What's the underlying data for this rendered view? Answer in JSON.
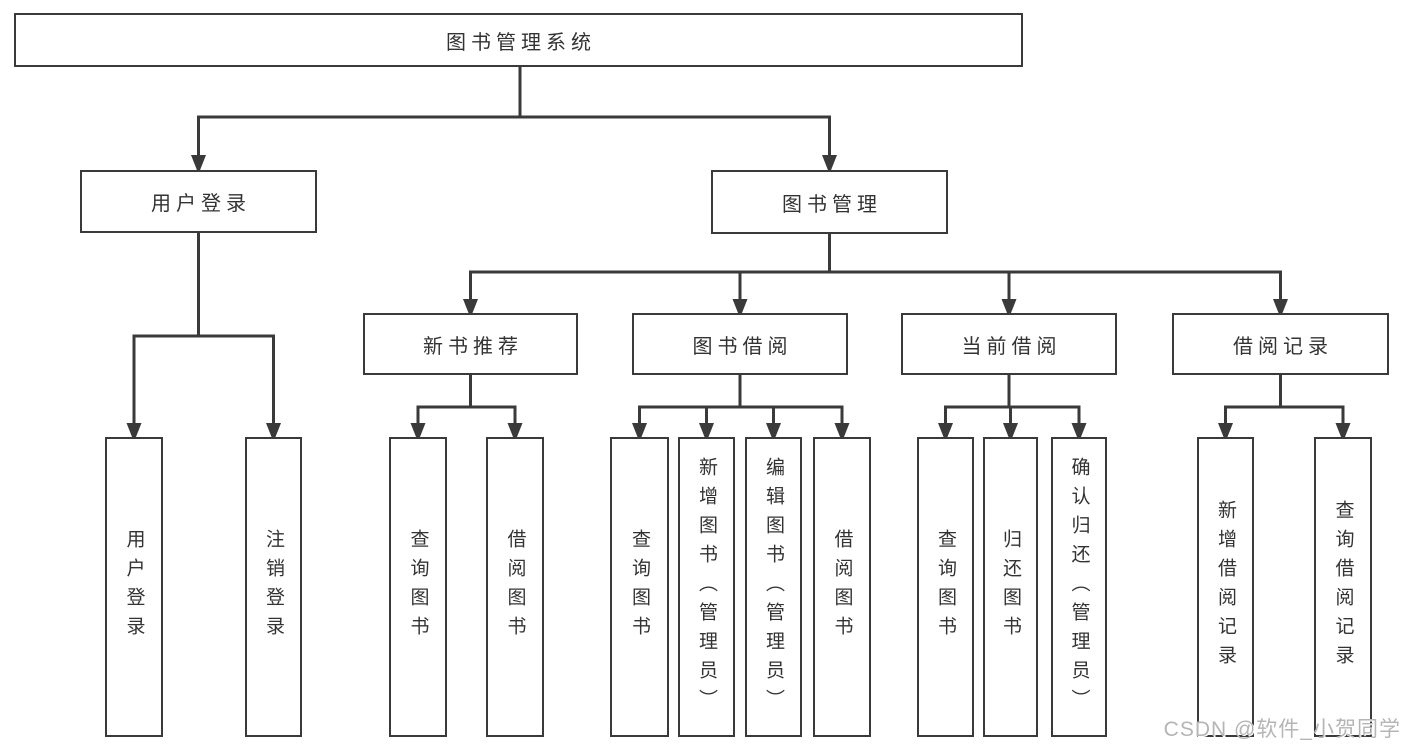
{
  "nodes": {
    "root": {
      "label": "图书管理系统"
    },
    "level2": [
      {
        "label": "用户登录",
        "parent": "图书管理系统"
      },
      {
        "label": "图书管理",
        "parent": "图书管理系统"
      }
    ],
    "level3": [
      {
        "label": "新书推荐",
        "parent": "图书管理"
      },
      {
        "label": "图书借阅",
        "parent": "图书管理"
      },
      {
        "label": "当前借阅",
        "parent": "图书管理"
      },
      {
        "label": "借阅记录",
        "parent": "图书管理"
      }
    ],
    "leaves": [
      {
        "label": "用户登录",
        "parent": "用户登录"
      },
      {
        "label": "注销登录",
        "parent": "用户登录"
      },
      {
        "label": "查询图书",
        "parent": "新书推荐"
      },
      {
        "label": "借阅图书",
        "parent": "新书推荐"
      },
      {
        "label": "查询图书",
        "parent": "图书借阅"
      },
      {
        "label": "新增图书（管理员）",
        "parent": "图书借阅"
      },
      {
        "label": "编辑图书（管理员）",
        "parent": "图书借阅"
      },
      {
        "label": "借阅图书",
        "parent": "图书借阅"
      },
      {
        "label": "查询图书",
        "parent": "当前借阅"
      },
      {
        "label": "归还图书",
        "parent": "当前借阅"
      },
      {
        "label": "确认归还（管理员）",
        "parent": "当前借阅"
      },
      {
        "label": "新增借阅记录",
        "parent": "借阅记录"
      },
      {
        "label": "查询借阅记录",
        "parent": "借阅记录"
      }
    ]
  },
  "watermark": {
    "text": "CSDN @软件_小贺同学"
  },
  "colors": {
    "line": "#3a3a3a",
    "text": "#333333",
    "background": "#ffffff",
    "watermark": "#b5b5b5"
  }
}
